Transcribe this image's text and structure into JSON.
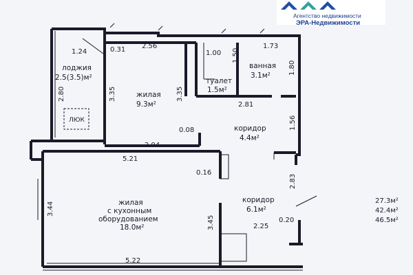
{
  "logo": {
    "line1": "Агентство недвижимости",
    "line2": "ЭРА-Недвижимости",
    "color": "#1f4fa8"
  },
  "rooms": {
    "loggia": {
      "name": "лоджия",
      "area": "2.5(3.5)м²"
    },
    "hatch": "ЛЮК",
    "living1": {
      "name": "жилая",
      "area": "9.3м²"
    },
    "toilet": {
      "name": "туалет",
      "area": "1.5м²"
    },
    "bathroom": {
      "name": "ванная",
      "area": "3.1м²"
    },
    "corridor1": {
      "name": "коридор",
      "area": "4.4м²"
    },
    "corridor2": {
      "name": "коридор",
      "area": "6.1м²"
    },
    "living2": {
      "line1": "жилая",
      "line2": "с кухонным",
      "line3": "оборудованием",
      "area": "18.0м²"
    }
  },
  "dimensions": {
    "d_124": "1.24",
    "d_031": "0.31",
    "d_256": "2.56",
    "d_100": "1.00",
    "d_150": "1.50",
    "d_173": "1.73",
    "d_180": "1.80",
    "d_280": "2.80",
    "d_335a": "3.35",
    "d_335b": "3.35",
    "d_281": "2.81",
    "d_156": "1.56",
    "d_008": "0.08",
    "d_294": "2.94",
    "d_521": "5.21",
    "d_016": "0.16",
    "d_283": "2.83",
    "d_344": "3.44",
    "d_345": "3.45",
    "d_020": "0.20",
    "d_225": "2.25",
    "d_522": "5.22"
  },
  "totals": {
    "living": "27.3м²",
    "total": "42.4м²",
    "total_loggia": "46.5м²"
  }
}
